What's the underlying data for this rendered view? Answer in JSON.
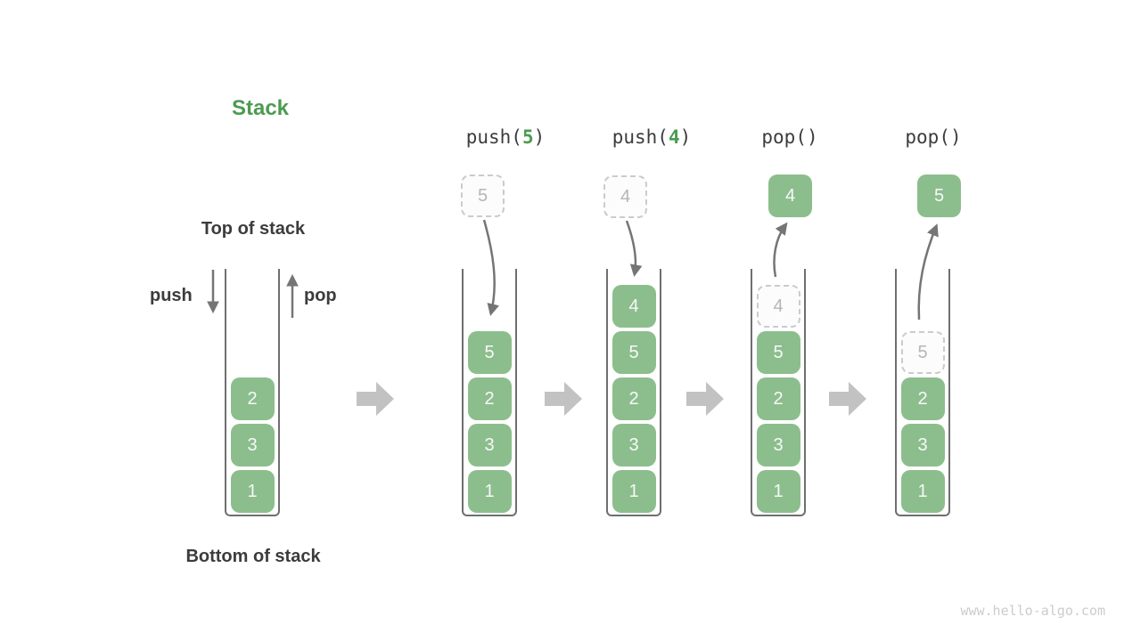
{
  "diagram": {
    "title": "Stack",
    "watermark": "www.hello-algo.com"
  },
  "legend": {
    "top_of_stack": "Top of stack",
    "bottom_of_stack": "Bottom of stack",
    "push": "push",
    "pop": "pop"
  },
  "colors": {
    "accent_green": "#4C9B50",
    "block_green": "#8CBE8D",
    "block_text": "#F8F8F8",
    "text_dark": "#3C3C3C",
    "arrow_gray": "#757575",
    "transition_arrow_gray": "#C2C2C2",
    "ghost_border": "#CBCBCB",
    "ghost_text": "#B5B5B5",
    "wall_gray": "#6F6F6F",
    "watermark_gray": "#CCCCCC"
  },
  "operations": [
    {
      "prefix": "push(",
      "arg": "5",
      "suffix": ")"
    },
    {
      "prefix": "push(",
      "arg": "4",
      "suffix": ")"
    },
    {
      "prefix": "pop()",
      "arg": "",
      "suffix": ""
    },
    {
      "prefix": "pop()",
      "arg": "",
      "suffix": ""
    }
  ],
  "floating_boxes": [
    {
      "value": "5",
      "style": "ghost"
    },
    {
      "value": "4",
      "style": "ghost"
    },
    {
      "value": "4",
      "style": "solid"
    },
    {
      "value": "5",
      "style": "solid"
    }
  ],
  "stacks": [
    {
      "cells": [
        {
          "v": "2"
        },
        {
          "v": "3"
        },
        {
          "v": "1"
        }
      ]
    },
    {
      "cells": [
        {
          "v": "5"
        },
        {
          "v": "2"
        },
        {
          "v": "3"
        },
        {
          "v": "1"
        }
      ]
    },
    {
      "cells": [
        {
          "v": "4"
        },
        {
          "v": "5"
        },
        {
          "v": "2"
        },
        {
          "v": "3"
        },
        {
          "v": "1"
        }
      ]
    },
    {
      "cells": [
        {
          "v": "4",
          "ghost": true
        },
        {
          "v": "5"
        },
        {
          "v": "2"
        },
        {
          "v": "3"
        },
        {
          "v": "1"
        }
      ]
    },
    {
      "cells": [
        {
          "v": "5",
          "ghost": true
        },
        {
          "v": "2"
        },
        {
          "v": "3"
        },
        {
          "v": "1"
        }
      ]
    }
  ]
}
